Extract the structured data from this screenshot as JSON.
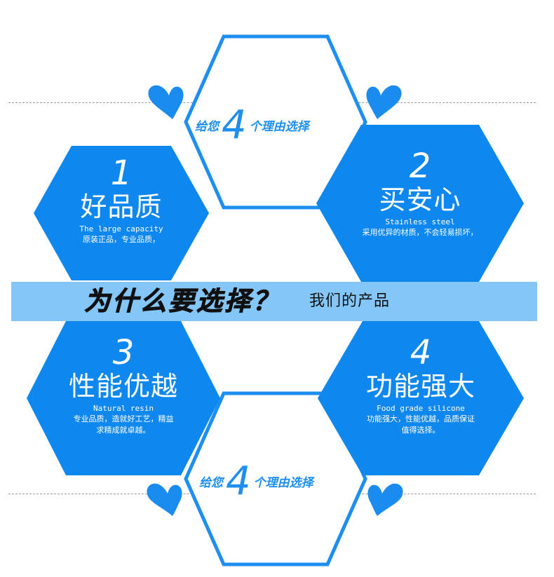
{
  "colors": {
    "hex_fill": "#0e87ee",
    "outline": "#1e8ef0",
    "band": "#84c6f8",
    "heart": "#1a8cf0"
  },
  "reason": {
    "prefix": "给您",
    "number": "4",
    "suffix": "个理由选择"
  },
  "band": {
    "title": "为什么要选择？",
    "subtitle": "我们的产品"
  },
  "features": [
    {
      "number": "1",
      "title": "好品质",
      "english": "The large capacity",
      "desc_line1": "原装正品，专业品质，",
      "desc_line2": ""
    },
    {
      "number": "2",
      "title": "买安心",
      "english": "Stainless steel",
      "desc_line1": "采用优异的材质，不会轻易损坏，",
      "desc_line2": ""
    },
    {
      "number": "3",
      "title": "性能优越",
      "english": "Natural resin",
      "desc_line1": "专业品质，造就好工艺，精益",
      "desc_line2": "求精成就卓越。"
    },
    {
      "number": "4",
      "title": "功能强大",
      "english": "Food grade silicone",
      "desc_line1": "功能强大，性能优越，品质保证",
      "desc_line2": "值得选择。"
    }
  ]
}
